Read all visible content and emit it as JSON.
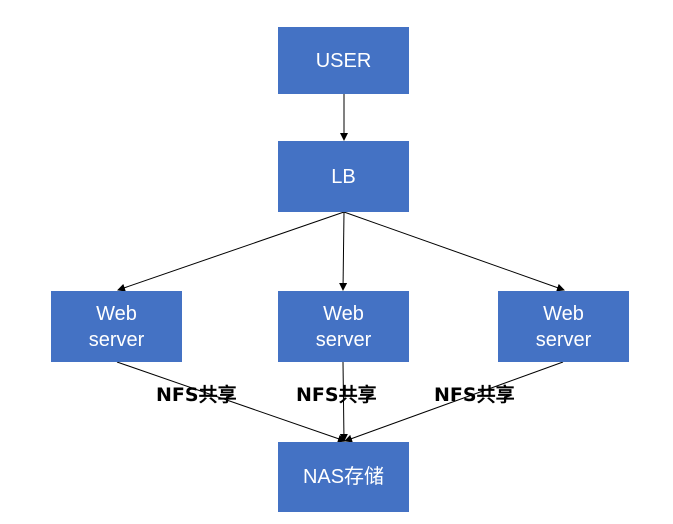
{
  "nodes": {
    "user": "USER",
    "lb": "LB",
    "web_server_left": "Web\nserver",
    "web_server_middle": "Web\nserver",
    "web_server_right": "Web\nserver",
    "nas": "NAS存储"
  },
  "edge_labels": {
    "nfs_left": "NFS共享",
    "nfs_middle": "NFS共享",
    "nfs_right": "NFS共享"
  },
  "colors": {
    "node_fill": "#4472c4",
    "node_text": "#ffffff",
    "edge": "#000000"
  }
}
